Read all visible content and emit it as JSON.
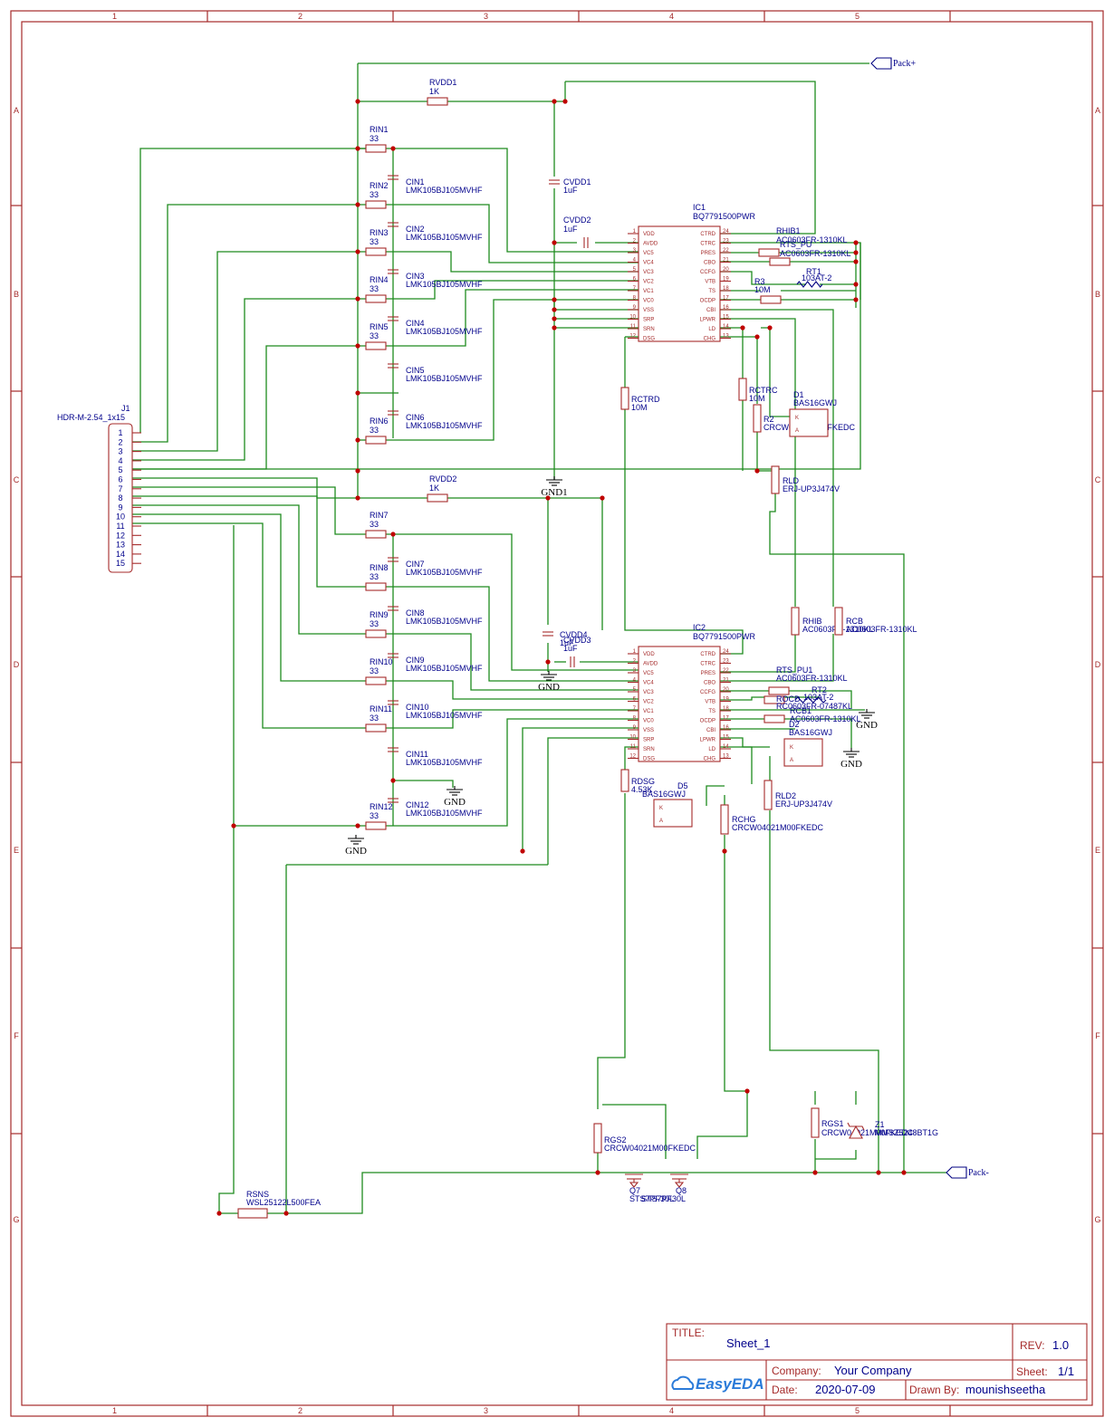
{
  "border": {
    "columns": [
      "1",
      "2",
      "3",
      "4",
      "5"
    ],
    "rows": [
      "A",
      "B",
      "C",
      "D",
      "E",
      "F",
      "G"
    ]
  },
  "nets": {
    "pack_plus": "Pack+",
    "pack_minus": "Pack-",
    "gnd": "GND",
    "gnd1": "GND1"
  },
  "connector": {
    "ref": "J1",
    "value": "HDR-M-2.54_1x15",
    "pins": [
      "1",
      "2",
      "3",
      "4",
      "5",
      "6",
      "7",
      "8",
      "9",
      "10",
      "11",
      "12",
      "13",
      "14",
      "15"
    ]
  },
  "ic1": {
    "ref": "IC1",
    "value": "BQ7791500PWR",
    "left_pins": [
      {
        "num": "1",
        "name": "VDD"
      },
      {
        "num": "2",
        "name": "AVDD"
      },
      {
        "num": "3",
        "name": "VC5"
      },
      {
        "num": "4",
        "name": "VC4"
      },
      {
        "num": "5",
        "name": "VC3"
      },
      {
        "num": "6",
        "name": "VC2"
      },
      {
        "num": "7",
        "name": "VC1"
      },
      {
        "num": "8",
        "name": "VC0"
      },
      {
        "num": "9",
        "name": "VSS"
      },
      {
        "num": "10",
        "name": "SRP"
      },
      {
        "num": "11",
        "name": "SRN"
      },
      {
        "num": "12",
        "name": "DSG"
      }
    ],
    "right_pins": [
      {
        "num": "24",
        "name": "CTRD"
      },
      {
        "num": "23",
        "name": "CTRC"
      },
      {
        "num": "22",
        "name": "PRES"
      },
      {
        "num": "21",
        "name": "CBO"
      },
      {
        "num": "20",
        "name": "CCFG"
      },
      {
        "num": "19",
        "name": "VTB"
      },
      {
        "num": "18",
        "name": "TS"
      },
      {
        "num": "17",
        "name": "OCDP"
      },
      {
        "num": "16",
        "name": "CBI"
      },
      {
        "num": "15",
        "name": "LPWR"
      },
      {
        "num": "14",
        "name": "LD"
      },
      {
        "num": "13",
        "name": "CHG"
      }
    ]
  },
  "ic2": {
    "ref": "IC2",
    "value": "BQ7791500PWR"
  },
  "resistors": [
    {
      "ref": "RVDD1",
      "value": "1K"
    },
    {
      "ref": "RVDD2",
      "value": "1K"
    },
    {
      "ref": "RIN1",
      "value": "33"
    },
    {
      "ref": "RIN2",
      "value": "33"
    },
    {
      "ref": "RIN3",
      "value": "33"
    },
    {
      "ref": "RIN4",
      "value": "33"
    },
    {
      "ref": "RIN5",
      "value": "33"
    },
    {
      "ref": "RIN6",
      "value": "33"
    },
    {
      "ref": "RIN7",
      "value": "33"
    },
    {
      "ref": "RIN8",
      "value": "33"
    },
    {
      "ref": "RIN9",
      "value": "33"
    },
    {
      "ref": "RIN10",
      "value": "33"
    },
    {
      "ref": "RIN11",
      "value": "33"
    },
    {
      "ref": "RIN12",
      "value": "33"
    },
    {
      "ref": "RCTRD",
      "value": "10M"
    },
    {
      "ref": "RCTRC",
      "value": "10M"
    },
    {
      "ref": "R3",
      "value": "10M"
    },
    {
      "ref": "R2",
      "value": "CRCW04021M00FKEDC"
    },
    {
      "ref": "RLD",
      "value": "ERJ-UP3J474V"
    },
    {
      "ref": "RHIB1",
      "value": "AC0603FR-1310KL"
    },
    {
      "ref": "RTS_PU",
      "value": "AC0603FR-1310KL"
    },
    {
      "ref": "RHIB",
      "value": "AC0603FR-1310KL"
    },
    {
      "ref": "RCB",
      "value": "AC0603FR-1310KL"
    },
    {
      "ref": "RTS_PU1",
      "value": "AC0603FR-1310KL"
    },
    {
      "ref": "ROCD",
      "value": "RC0603FR-07487KL"
    },
    {
      "ref": "RCB1",
      "value": "AC0603FR-1310KL"
    },
    {
      "ref": "RDSG",
      "value": "4.53K"
    },
    {
      "ref": "RLD2",
      "value": "ERJ-UP3J474V"
    },
    {
      "ref": "RCHG",
      "value": "CRCW04021M00FKEDC"
    },
    {
      "ref": "RGS2",
      "value": "CRCW04021M00FKEDC"
    },
    {
      "ref": "RGS1",
      "value": "CRCW04021M00FKEDC"
    },
    {
      "ref": "RSNS",
      "value": "WSL25122L500FEA"
    }
  ],
  "capacitors": [
    {
      "ref": "CVDD1",
      "value": "1uF"
    },
    {
      "ref": "CVDD2",
      "value": "1uF"
    },
    {
      "ref": "CVDD4",
      "value": "1uF"
    },
    {
      "ref": "CVDD3",
      "value": "1uF"
    },
    {
      "ref": "CIN1",
      "value": "LMK105BJ105MVHF"
    },
    {
      "ref": "CIN2",
      "value": "LMK105BJ105MVHF"
    },
    {
      "ref": "CIN3",
      "value": "LMK105BJ105MVHF"
    },
    {
      "ref": "CIN4",
      "value": "LMK105BJ105MVHF"
    },
    {
      "ref": "CIN5",
      "value": "LMK105BJ105MVHF"
    },
    {
      "ref": "CIN6",
      "value": "LMK105BJ105MVHF"
    },
    {
      "ref": "CIN7",
      "value": "LMK105BJ105MVHF"
    },
    {
      "ref": "CIN8",
      "value": "LMK105BJ105MVHF"
    },
    {
      "ref": "CIN9",
      "value": "LMK105BJ105MVHF"
    },
    {
      "ref": "CIN10",
      "value": "LMK105BJ105MVHF"
    },
    {
      "ref": "CIN11",
      "value": "LMK105BJ105MVHF"
    },
    {
      "ref": "CIN12",
      "value": "LMK105BJ105MVHF"
    }
  ],
  "thermistors": [
    {
      "ref": "RT1",
      "value": "103AT-2"
    },
    {
      "ref": "RT2",
      "value": "103AT-2"
    }
  ],
  "diodes": [
    {
      "ref": "D1",
      "value": "BAS16GWJ"
    },
    {
      "ref": "D2",
      "value": "BAS16GWJ"
    },
    {
      "ref": "D5",
      "value": "BAS16GWJ"
    },
    {
      "ref": "Z1",
      "value": "MMSZ5248BT1G"
    }
  ],
  "mosfets": [
    {
      "ref": "Q7",
      "value": "STS7PF30L"
    },
    {
      "ref": "Q8",
      "value": "STS7PF30L"
    }
  ],
  "title_block": {
    "title_label": "TITLE:",
    "title": "Sheet_1",
    "rev_label": "REV:",
    "rev": "1.0",
    "company_label": "Company:",
    "company": "Your Company",
    "sheet_label": "Sheet:",
    "sheet": "1/1",
    "date_label": "Date:",
    "date": "2020-07-09",
    "drawn_label": "Drawn By:",
    "drawn_by": "mounishseetha",
    "logo": "EasyEDA"
  }
}
